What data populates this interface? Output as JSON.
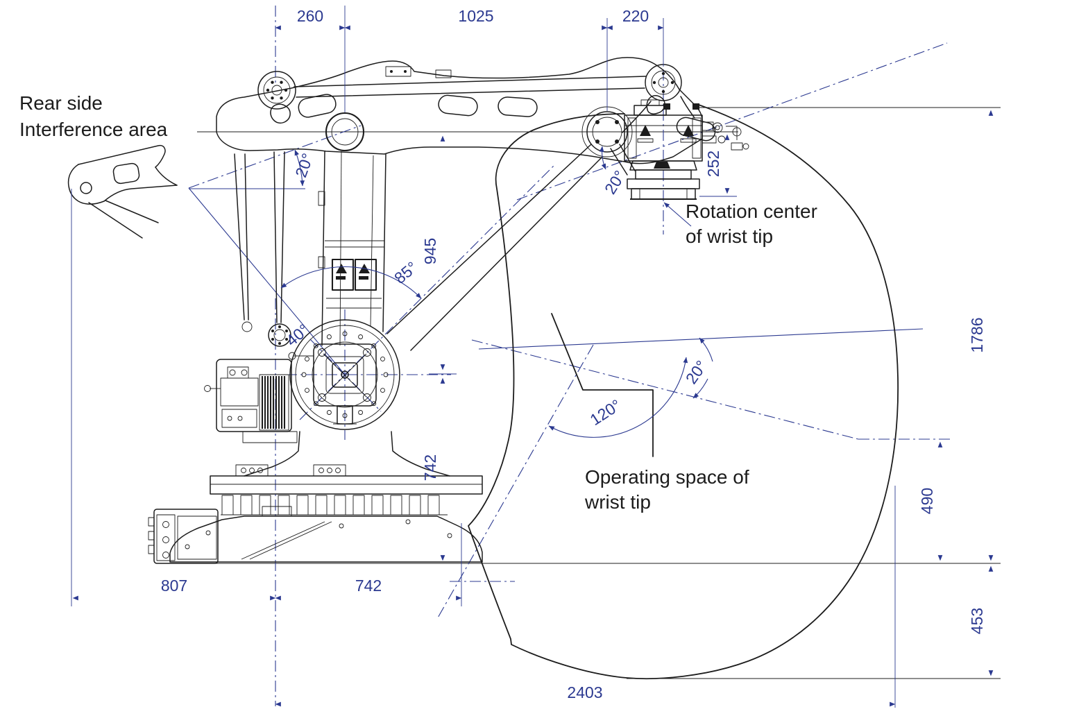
{
  "labels": {
    "rear_side": "Rear side",
    "interference_area": "Interference area",
    "rotation_center_line1": "Rotation center",
    "rotation_center_line2": "of wrist tip",
    "operating_space_line1": "Operating space of",
    "operating_space_line2": "wrist tip"
  },
  "dimensions": {
    "top_rear_offset": "260",
    "top_arm_span": "1025",
    "top_wrist_offset": "220",
    "wrist_drop": "252",
    "upper_reach_height": "945",
    "pivot_height": "742",
    "max_height": "1786",
    "envelope_above_floor": "490",
    "below_floor_depth": "453",
    "rear_base_span": "807",
    "front_base_span": "742",
    "max_reach_width": "2403"
  },
  "angles": {
    "rear_link_tilt": "20°",
    "arm_back_swing": "40°",
    "arm_forward_swing": "85°",
    "wrist_upper_tilt": "20°",
    "wrist_lower_tilt": "20°",
    "wrist_sweep": "120°"
  },
  "colors": {
    "line": "#1c1c1c",
    "dimension": "#2b3990"
  }
}
